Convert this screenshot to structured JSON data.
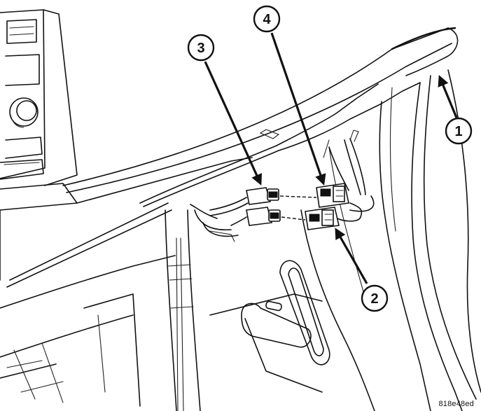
{
  "callouts": [
    {
      "id": "callout-1",
      "label": "1"
    },
    {
      "id": "callout-2",
      "label": "2"
    },
    {
      "id": "callout-3",
      "label": "3"
    },
    {
      "id": "callout-4",
      "label": "4"
    }
  ],
  "figure_id": "818e48ed"
}
